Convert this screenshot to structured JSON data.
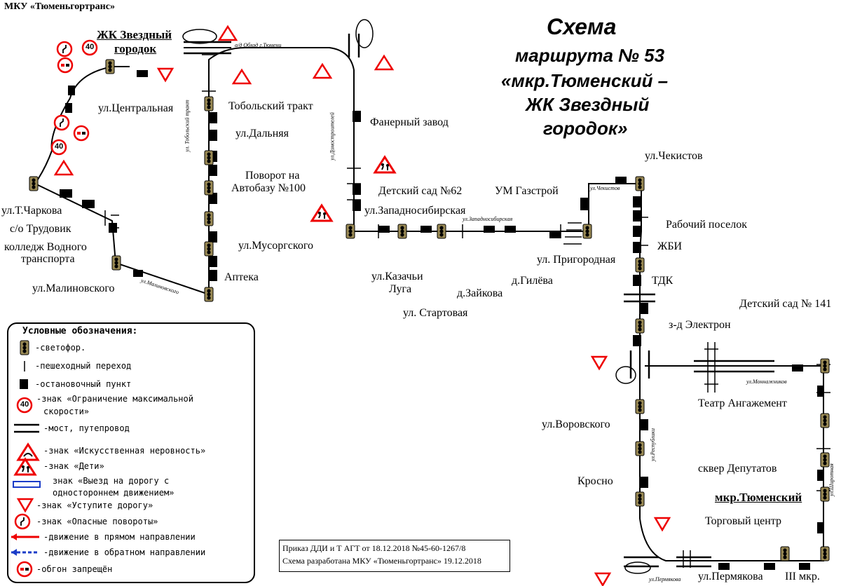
{
  "organization": "МКУ «Тюменьгортранс»",
  "title": {
    "line1": "Схема",
    "line2": "маршрута № 53",
    "line3": "«мкр.Тюменский  –",
    "line4": "ЖК Звездный",
    "line5": "городок»"
  },
  "terminal_north": {
    "line1": "ЖК Звездный",
    "line2": "городок"
  },
  "terminal_south": "мкр.Тюменский",
  "stops": {
    "centralnaya": "ул.Центральная",
    "charkova": "ул.Т.Чаркова",
    "trudovik": "с/о Трудовик",
    "college1": "колледж Водного",
    "college2": "транспорта",
    "malinovskogo": "ул.Малиновского",
    "tobolsky": "Тобольский тракт",
    "dalnyaya": "ул.Дальняя",
    "avtobaza1": "Поворот на",
    "avtobaza2": "Автобазу №100",
    "musorgskogo": "ул.Мусоргского",
    "apteka": "Аптека",
    "fanerny": "Фанерный завод",
    "detsad62": "Детский сад №62",
    "zapsib": "ул.Западносибирская",
    "kazachi1": "ул.Казачьи",
    "kazachi2": "Луга",
    "startovaya": "ул. Стартовая",
    "zaykova": "д.Зайкова",
    "gileva": "д.Гилёва",
    "prigorodnaya": "ул. Пригородная",
    "gazstroy": "УМ Газстрой",
    "chekistov": "ул.Чекистов",
    "rabochy": "Рабочий поселок",
    "zhbi": "ЖБИ",
    "tdk": "ТДК",
    "elektron": "з-д Электрон",
    "detsad141": "Детский сад № 141",
    "angazhement": "Театр Ангажемент",
    "vorovskogo": "ул.Воровского",
    "krosno": "Кросно",
    "skver": "сквер Депутатов",
    "torgovy": "Торговый центр",
    "permyakova": "ул.Пермякова",
    "iii_mkr": "III мкр."
  },
  "streets": {
    "obhod": "а/д Обход г.Тюмени",
    "tobolsky_trakt": "ул. Тобольский тракт",
    "domostroiteley": "ул.Домостроителей",
    "malinovskogo": "ул.Малиновского",
    "zapsib": "ул.Западносибирская",
    "chekistov": "ул.Чекистов",
    "respubliki": "ул.Республики",
    "monnazhnikov": "ул.Моннажников",
    "shirotnaya": "ул.Широтная",
    "permyakova": "ул.Пермякова"
  },
  "speed_limit": "40",
  "legend": {
    "title": "Условные обозначения:",
    "items": [
      "-светофор.",
      "-пешеходный переход",
      "-остановочный пункт",
      "-знак «Ограничение максимальной",
      "скорости»",
      "-мост, путепровод",
      "-знак «Искусственная неровность»",
      "-знак «Дети»",
      "знак «Выезд на дорогу с",
      "одностороннем движением»",
      "-знак «Уступите дорогу»",
      "-знак «Опасные повороты»",
      "-движение в прямом направлении",
      "-движение в обратном направлении",
      "-обгон запрещён"
    ]
  },
  "order": {
    "line1": "Приказ ДДИ и Т АГТ от 18.12.2018 №45-60-1267/8",
    "line2": "Схема разработана МКУ «Тюменьгортранс» 19.12.2018"
  }
}
